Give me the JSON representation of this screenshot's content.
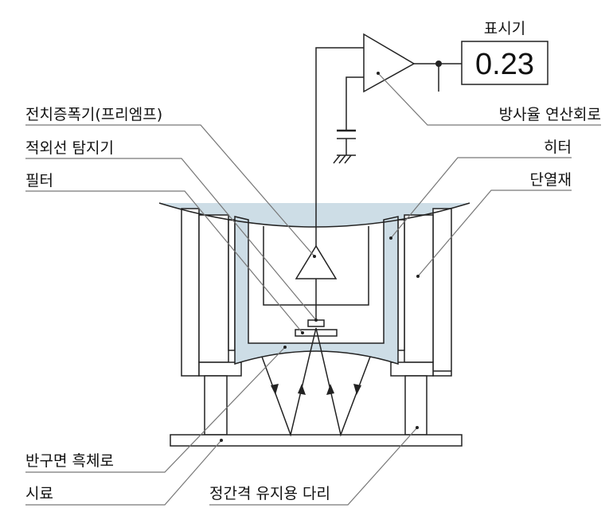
{
  "display": {
    "title": "표시기",
    "value": "0.23"
  },
  "labels": {
    "preamp": "전치증폭기(프리엠프)",
    "ir_detector": "적외선 탐지기",
    "filter": "필터",
    "emissivity_circuit": "방사율 연산회로",
    "heater": "히터",
    "insulation": "단열재",
    "blackbody": "반구면 흑체로",
    "sample": "시료",
    "spacer_legs": "정간격 유지용 다리"
  },
  "colors": {
    "blackbody_fill": "#cddde6",
    "line": "#222222",
    "leader": "#777777"
  }
}
